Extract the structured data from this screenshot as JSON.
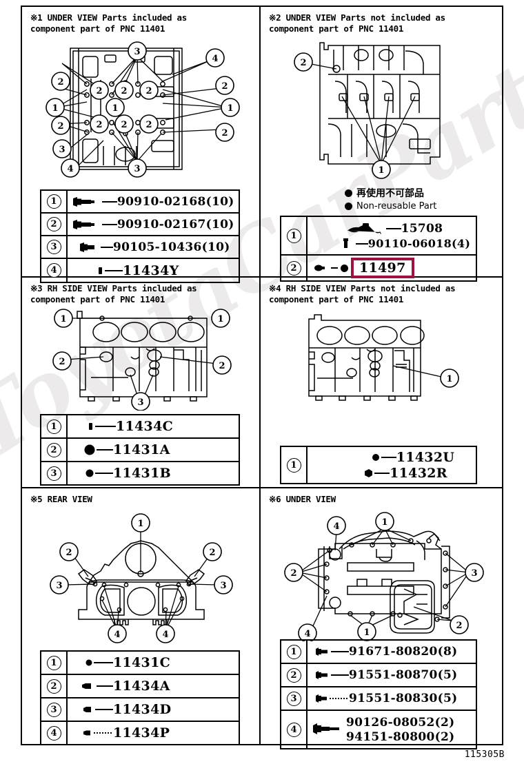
{
  "document": {
    "footer_code": "115305B",
    "watermark_text": "ToyotaCarParts.ru",
    "highlight_color": "#9c1240"
  },
  "panels": [
    {
      "id": "panel-1",
      "title": "※1 UNDER VIEW Parts included as\ncomponent part of PNC 11401",
      "callouts": [
        "1",
        "2",
        "3",
        "4"
      ],
      "table": [
        {
          "num": "1",
          "icon": "long-bolt-icon",
          "code": "90910-02168(10)",
          "highlighted": false
        },
        {
          "num": "2",
          "icon": "long-bolt-icon",
          "code": "90910-02167(10)",
          "highlighted": false
        },
        {
          "num": "3",
          "icon": "short-bolt-icon",
          "code": "90105-10436(10)",
          "highlighted": false
        },
        {
          "num": "4",
          "icon": "plug-icon",
          "code": "11434Y",
          "highlighted": false
        }
      ]
    },
    {
      "id": "panel-2",
      "title": "※2 UNDER VIEW Parts not included as\ncomponent part of PNC 11401",
      "callouts": [
        "1",
        "2"
      ],
      "legend": [
        {
          "marker": "filled-dot",
          "text": "再使用不可部品",
          "lang": "jp"
        },
        {
          "marker": "filled-dot",
          "text": "Non-reusable Part",
          "lang": "en"
        }
      ],
      "table": [
        {
          "num": "1",
          "lines": [
            {
              "icon": "oil-nozzle-icon",
              "code": "15708"
            },
            {
              "icon": "small-bolt-icon",
              "code": "90110-06018(4)"
            }
          ]
        },
        {
          "num": "2",
          "icon": "plug-washer-icon",
          "code": "11497",
          "highlighted": true,
          "nonreusable_dot": true
        }
      ]
    },
    {
      "id": "panel-3",
      "title": "※3 RH SIDE VIEW Parts included as\ncomponent part of PNC 11401",
      "callouts": [
        "1",
        "2",
        "3"
      ],
      "table": [
        {
          "num": "1",
          "icon": "pin-icon",
          "code": "11434C",
          "highlighted": false
        },
        {
          "num": "2",
          "icon": "large-plug-icon",
          "code": "11431A",
          "highlighted": false
        },
        {
          "num": "3",
          "icon": "small-plug-icon",
          "code": "11431B",
          "highlighted": false
        }
      ]
    },
    {
      "id": "panel-4",
      "title": "※4 RH SIDE VIEW Parts not included as\ncomponent part of PNC 11401",
      "callouts": [
        "1"
      ],
      "table": [
        {
          "num": "1",
          "lines": [
            {
              "icon": "ring-plug-icon",
              "code": "11432U"
            },
            {
              "icon": "hex-plug-icon",
              "code": "11432R"
            }
          ]
        }
      ]
    },
    {
      "id": "panel-5",
      "title": "※5 REAR VIEW",
      "callouts": [
        "1",
        "2",
        "3",
        "4"
      ],
      "table": [
        {
          "num": "1",
          "icon": "small-plug-icon",
          "code": "11431C",
          "highlighted": false
        },
        {
          "num": "2",
          "icon": "taper-plug-icon",
          "code": "11434A",
          "highlighted": false
        },
        {
          "num": "3",
          "icon": "taper-plug-icon",
          "code": "11434D",
          "highlighted": false
        },
        {
          "num": "4",
          "icon": "taper-plug-dotted-icon",
          "code": "11434P",
          "highlighted": false
        }
      ]
    },
    {
      "id": "panel-6",
      "title": "※6 UNDER VIEW",
      "callouts": [
        "1",
        "2",
        "3",
        "4"
      ],
      "table": [
        {
          "num": "1",
          "icon": "flange-bolt-icon",
          "code": "91671-80820(8)",
          "highlighted": false
        },
        {
          "num": "2",
          "icon": "flange-bolt-icon",
          "code": "91551-80870(5)",
          "highlighted": false
        },
        {
          "num": "3",
          "icon": "flange-bolt-dotted-icon",
          "code": "91551-80830(5)",
          "highlighted": false
        },
        {
          "num": "4",
          "lines": [
            {
              "icon": "long-flange-bolt-icon",
              "code": "90126-08052(2)"
            },
            {
              "icon": "",
              "code": "94151-80800(2)"
            }
          ]
        }
      ]
    }
  ]
}
